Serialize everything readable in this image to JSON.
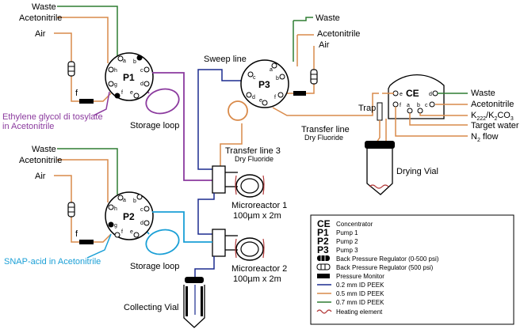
{
  "pumps": {
    "p1": {
      "name": "P1",
      "ports": [
        "a",
        "b",
        "c",
        "d",
        "e",
        "f",
        "g",
        "h"
      ],
      "inputs": [
        "Waste",
        "Acetonitrile",
        "Air"
      ],
      "reagent": [
        "Ethylene glycol di tosylate",
        "in Acetonitrile"
      ],
      "loop_label": "Storage loop"
    },
    "p2": {
      "name": "P2",
      "ports": [
        "a",
        "b",
        "c",
        "d",
        "e",
        "f",
        "g",
        "h"
      ],
      "inputs": [
        "Waste",
        "Acetonitrile",
        "Air"
      ],
      "reagent": "SNAP-acid in Acetonitrile",
      "loop_label": "Storage loop"
    },
    "p3": {
      "name": "P3",
      "ports": [
        "a",
        "b",
        "c",
        "d",
        "e",
        "f"
      ],
      "inputs": [
        "Waste",
        "Acetonitrile",
        "Air"
      ],
      "sweep_label": "Sweep line"
    }
  },
  "concentrator": {
    "name": "CE",
    "ports": [
      "a",
      "b",
      "c",
      "d",
      "e",
      "f"
    ],
    "outputs": [
      "Waste",
      "Acetonitrile",
      "K222/K2CO3",
      "Target water",
      "N2 flow"
    ],
    "k222": {
      "pre": "K",
      "sub1": "222",
      "mid": "/K",
      "sub2": "2",
      "post": "CO",
      "sub3": "3"
    },
    "n2": {
      "pre": "N",
      "sub": "2",
      "post": " flow"
    },
    "trap": "Trap"
  },
  "transfer_line_1": {
    "title": "Transfer line",
    "sub": "Dry Fluoride"
  },
  "transfer_line_3": {
    "title": "Transfer line 3",
    "sub": "Dry Fluoride"
  },
  "drying_vial": "Drying Vial",
  "microreactor1": {
    "title": "Microreactor 1",
    "spec": "100µm x 2m"
  },
  "microreactor2": {
    "title": "Microreactor 2",
    "spec": "100µm x 2m"
  },
  "collecting_vial": "Collecting Vial",
  "legend": {
    "items": [
      {
        "key": "CE",
        "text": "Concentrator"
      },
      {
        "key": "P1",
        "text": "Pump 1"
      },
      {
        "key": "P2",
        "text": "Pump 2"
      },
      {
        "key": "P3",
        "text": "Pump 3"
      },
      {
        "key": "",
        "text": "Back Pressure Regulator (0-500 psi)"
      },
      {
        "key": "",
        "text": "Back Pressure Regulator (500 psi)"
      },
      {
        "key": "",
        "text": "Pressure Monitor"
      },
      {
        "key": "",
        "text": "0.2 mm ID PEEK"
      },
      {
        "key": "",
        "text": "0.5 mm ID PEEK"
      },
      {
        "key": "",
        "text": "0.7 mm ID PEEK"
      },
      {
        "key": "",
        "text": "Heating element"
      }
    ]
  },
  "colors": {
    "line_02": "#1c2b8f",
    "line_05": "#d98a4a",
    "line_07": "#2e7d32",
    "purple": "#8b3a9e",
    "cyan": "#1a9fd6",
    "heating": "#b33a3a"
  }
}
